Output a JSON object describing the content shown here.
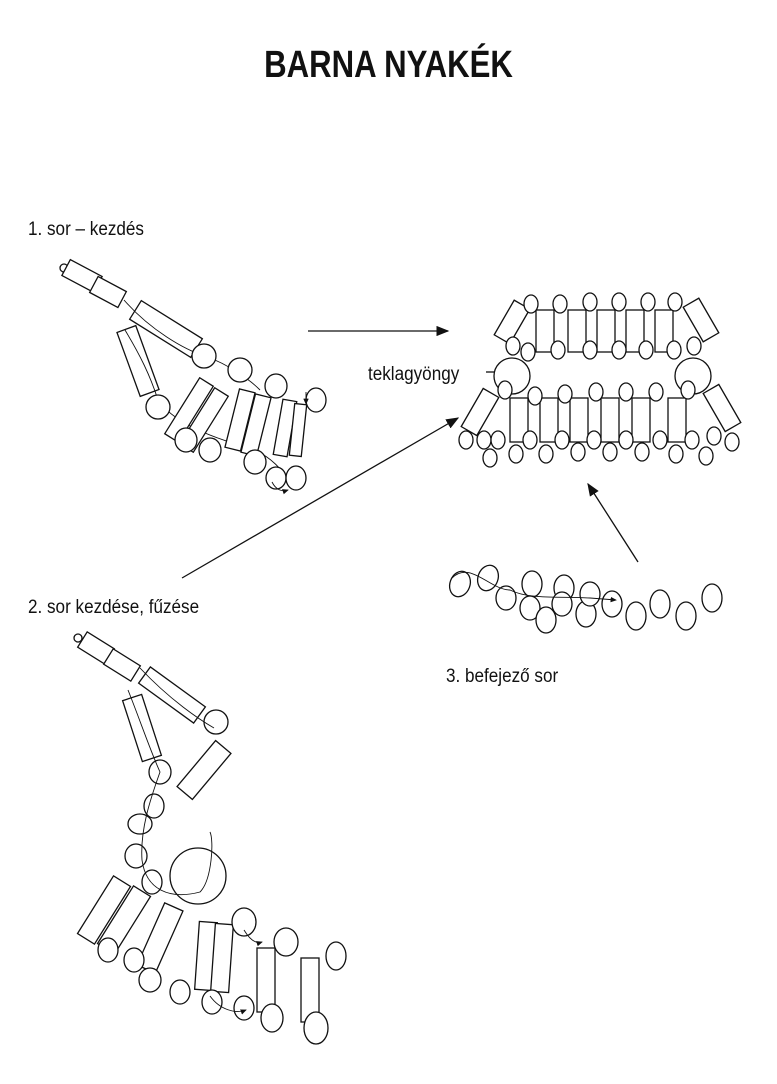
{
  "title": "BARNA NYAKÉK",
  "labels": {
    "row1": "1. sor – kezdés",
    "row2": "2. sor kezdése, fűzése",
    "row3": "3. befejező sor",
    "bead": "teklagyöngy"
  }
}
